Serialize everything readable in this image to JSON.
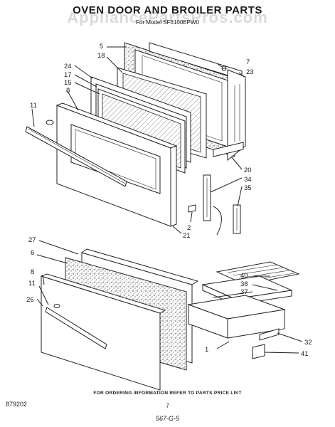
{
  "header": {
    "title": "OVEN DOOR AND BROILER PARTS",
    "watermark": "AppliancePartsPros.com",
    "model": "For Model SF3100EPW0"
  },
  "footer": {
    "diagram_number": "879202",
    "ordering_info": "FOR ORDERING INFORMATION REFER TO PARTS PRICE LIST",
    "page_number": "7",
    "code": "567-G-5"
  },
  "callouts": [
    {
      "label": "5"
    },
    {
      "label": "18"
    },
    {
      "label": "24"
    },
    {
      "label": "17"
    },
    {
      "label": "15"
    },
    {
      "label": "8"
    },
    {
      "label": "11"
    },
    {
      "label": "7"
    },
    {
      "label": "23"
    },
    {
      "label": "20"
    },
    {
      "label": "34"
    },
    {
      "label": "35"
    },
    {
      "label": "2"
    },
    {
      "label": "21"
    },
    {
      "label": "27"
    },
    {
      "label": "6"
    },
    {
      "label": "8"
    },
    {
      "label": "11"
    },
    {
      "label": "26"
    },
    {
      "label": "40"
    },
    {
      "label": "38"
    },
    {
      "label": "37"
    },
    {
      "label": "1"
    },
    {
      "label": "32"
    },
    {
      "label": "41"
    }
  ]
}
